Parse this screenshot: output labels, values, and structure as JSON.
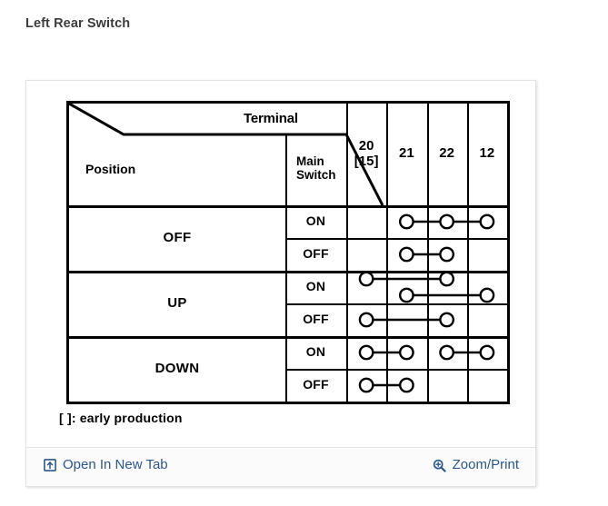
{
  "page": {
    "title": "Left Rear Switch"
  },
  "figure": {
    "note": "[  ]: early production",
    "table": {
      "corner": {
        "terminal_label": "Terminal",
        "position_label": "Position",
        "main_switch_label_line1": "Main",
        "main_switch_label_line2": "Switch"
      },
      "terminal_columns": [
        {
          "id": "t20",
          "line1": "20",
          "line2": "[15]"
        },
        {
          "id": "t21",
          "line1": "21",
          "line2": ""
        },
        {
          "id": "t22",
          "line1": "22",
          "line2": ""
        },
        {
          "id": "t12",
          "line1": "12",
          "line2": ""
        }
      ],
      "rows": [
        {
          "position": "OFF",
          "main_switch": "ON",
          "dots": [
            "21",
            "22",
            "12"
          ],
          "links": [
            {
              "from": "21",
              "to": "22",
              "lane": 0
            },
            {
              "from": "22",
              "to": "12",
              "lane": 0
            }
          ]
        },
        {
          "position": "OFF",
          "main_switch": "OFF",
          "dots": [
            "21",
            "22"
          ],
          "links": [
            {
              "from": "21",
              "to": "22",
              "lane": 0
            }
          ]
        },
        {
          "position": "UP",
          "main_switch": "ON",
          "dots": [
            "20",
            "22",
            "21",
            "12"
          ],
          "links": [
            {
              "from": "20",
              "to": "22",
              "lane": -1
            },
            {
              "from": "21",
              "to": "12",
              "lane": 1
            }
          ]
        },
        {
          "position": "UP",
          "main_switch": "OFF",
          "dots": [
            "20",
            "22"
          ],
          "links": [
            {
              "from": "20",
              "to": "22",
              "lane": 0
            }
          ]
        },
        {
          "position": "DOWN",
          "main_switch": "ON",
          "dots": [
            "20",
            "21",
            "22",
            "12"
          ],
          "links": [
            {
              "from": "20",
              "to": "21",
              "lane": 0
            },
            {
              "from": "22",
              "to": "12",
              "lane": 0
            }
          ]
        },
        {
          "position": "DOWN",
          "main_switch": "OFF",
          "dots": [
            "20",
            "21"
          ],
          "links": [
            {
              "from": "20",
              "to": "21",
              "lane": 0
            }
          ]
        }
      ],
      "position_groups": [
        {
          "label": "OFF",
          "span": 2
        },
        {
          "label": "UP",
          "span": 2
        },
        {
          "label": "DOWN",
          "span": 2
        }
      ]
    }
  },
  "actions": {
    "open_new_tab": {
      "label": "Open In New Tab",
      "icon": "open-in-new-tab-icon"
    },
    "zoom_print": {
      "label": "Zoom/Print",
      "icon": "magnifier-plus-icon"
    }
  },
  "colors": {
    "link": "#29578f",
    "title": "#3c3c3c",
    "rule": "#000000",
    "card_border": "#e2e2e2"
  }
}
